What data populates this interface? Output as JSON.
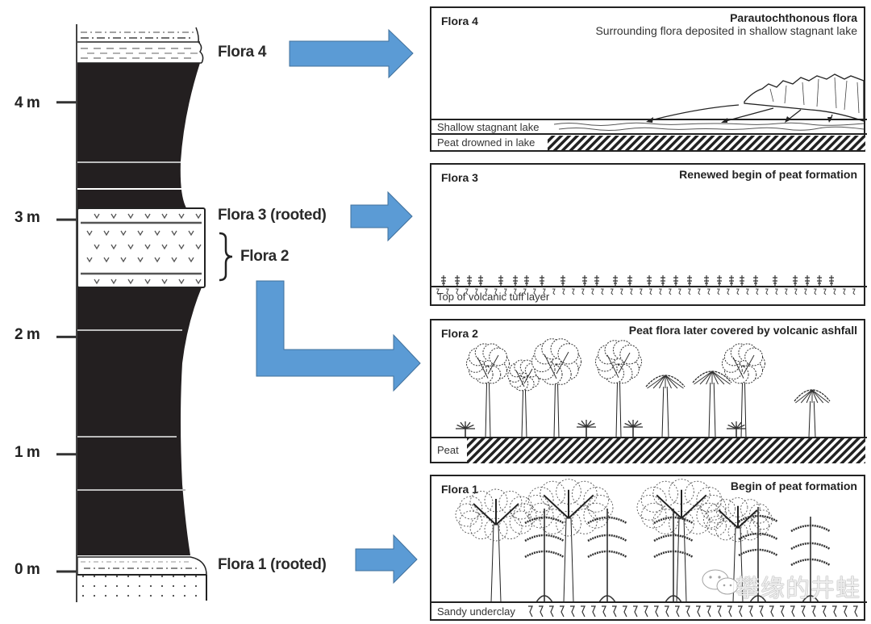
{
  "column": {
    "depth_ticks": [
      {
        "label": "4 m",
        "value_m": 4
      },
      {
        "label": "3 m",
        "value_m": 3
      },
      {
        "label": "2 m",
        "value_m": 2
      },
      {
        "label": "1 m",
        "value_m": 1
      },
      {
        "label": "0 m",
        "value_m": 0
      }
    ],
    "flora_labels": {
      "flora4": "Flora 4",
      "flora3": "Flora 3 (rooted)",
      "flora2": "Flora 2",
      "flora1": "Flora 1 (rooted)"
    }
  },
  "arrows": {
    "color": "#5b9bd5",
    "stroke": "#41719c"
  },
  "panels": {
    "flora4": {
      "title": "Flora 4",
      "heading": "Parautochthonous flora",
      "subheading": "Surrounding flora deposited in shallow stagnant lake",
      "strip_top": "Shallow stagnant lake",
      "strip_bottom": "Peat drowned in lake"
    },
    "flora3": {
      "title": "Flora 3",
      "heading": "Renewed begin of peat formation",
      "strip": "Top of volcanic tuff layer"
    },
    "flora2": {
      "title": "Flora 2",
      "heading": "Peat flora later covered by volcanic ashfall",
      "strip": "Peat"
    },
    "flora1": {
      "title": "Flora 1",
      "heading": "Begin of peat formation",
      "strip": "Sandy underclay"
    }
  },
  "watermark": {
    "icon": "wechat-icon",
    "text": "攀缘的井蛙"
  }
}
